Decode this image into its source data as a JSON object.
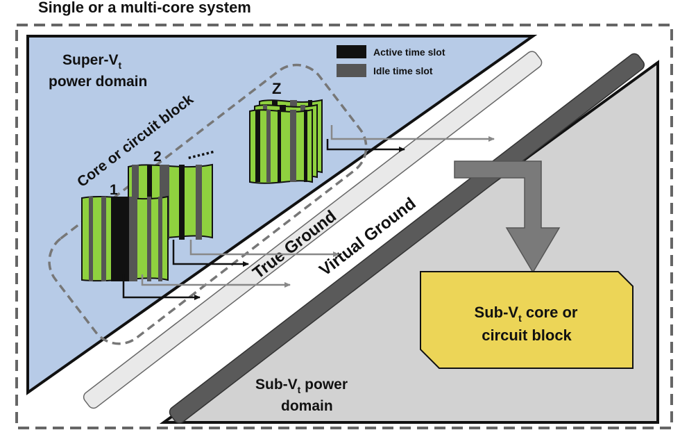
{
  "figure_title": "Single or a multi-core system",
  "super_domain": {
    "line1": "Super-V",
    "sub": "t",
    "line2": "power domain"
  },
  "sub_domain": {
    "line1_pre": "Sub-V",
    "sub": "t",
    "line1_post": " power",
    "line2": "domain"
  },
  "core_group_label": "Core or circuit block",
  "block_labels": {
    "first": "1",
    "second": "2",
    "last": "Z"
  },
  "ellipsis": "......",
  "legend": {
    "active": "Active time slot",
    "idle": "Idle time slot"
  },
  "rails": {
    "true_ground": "True Ground",
    "virtual_ground": "Virtual Ground"
  },
  "sub_core": {
    "line1_pre": "Sub-V",
    "sub": "t",
    "line1_post": " core or",
    "line2": "circuit block"
  },
  "colors": {
    "super_domain_fill": "#b7cbe7",
    "sub_domain_fill": "#d2d2d2",
    "block_green": "#8fd13f",
    "active_slot": "#111111",
    "idle_slot": "#555555",
    "sub_core_fill": "#ecd557",
    "true_ground_fill": "#e9e9e9",
    "virtual_ground_fill": "#5a5a5a",
    "arrow_gray": "#7a7a7a",
    "frame_dash": "#666666"
  }
}
